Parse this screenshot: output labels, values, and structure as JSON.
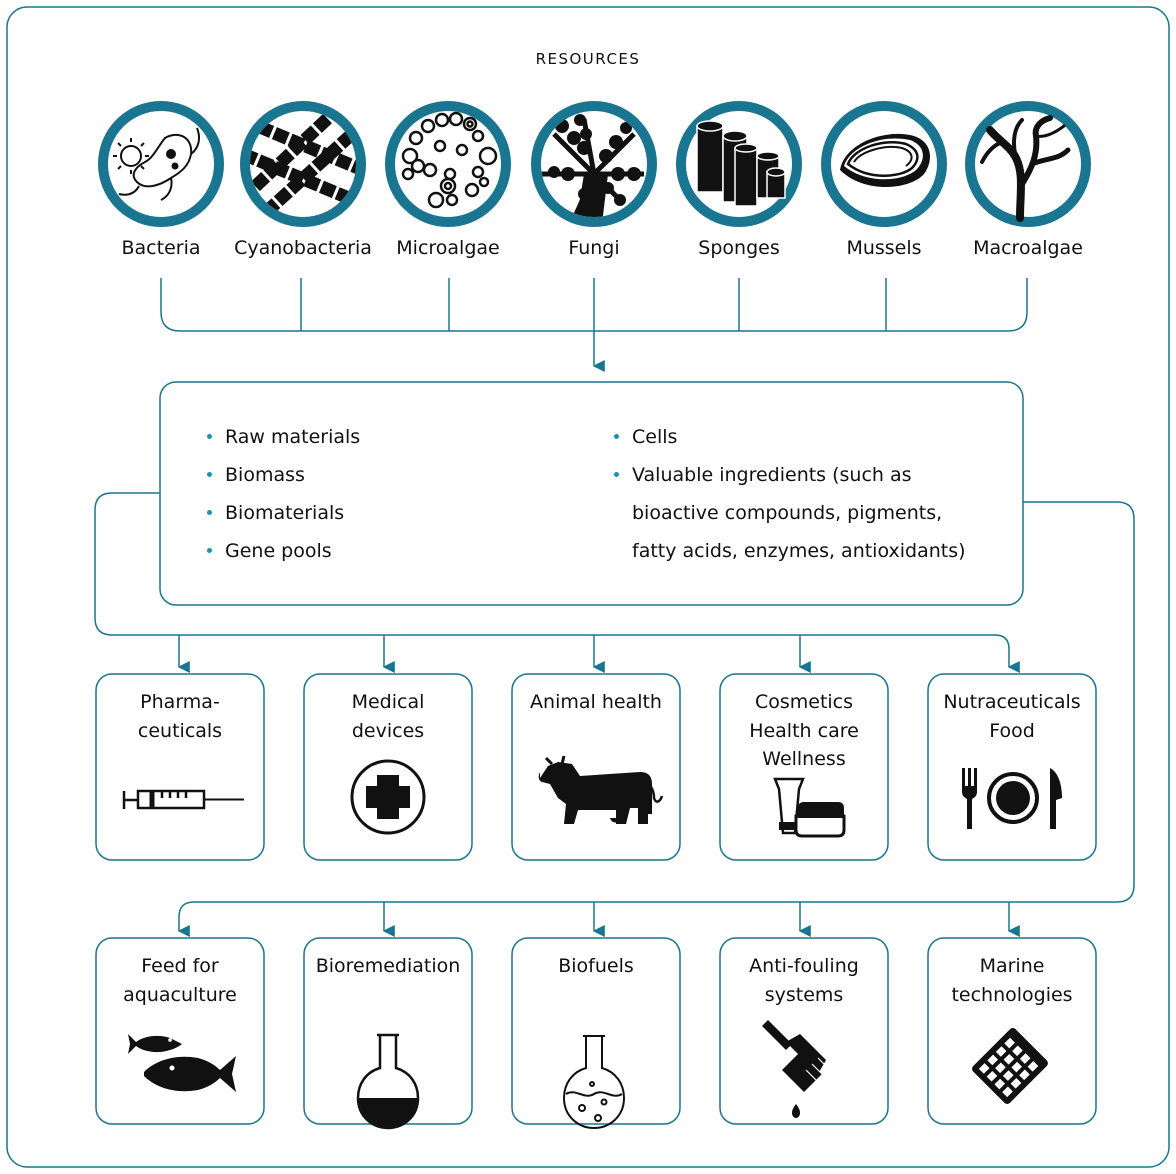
{
  "heading": "RESOURCES",
  "resources": [
    "Bacteria",
    "Cyanobacteria",
    "Microalgae",
    "Fungi",
    "Sponges",
    "Mussels",
    "Macroalgae"
  ],
  "bullets_left": [
    "Raw materials",
    "Biomass",
    "Biomaterials",
    "Gene pools"
  ],
  "bullets_right": {
    "cells": "Cells",
    "valuable_1": "Valuable ingredients (such as",
    "valuable_2": "bioactive compounds, pigments,",
    "valuable_3": "fatty acids, enzymes, antioxidants)"
  },
  "row1": [
    {
      "line1": "Pharma-",
      "line2": "ceuticals",
      "line3": "",
      "icon": "syringe-icon"
    },
    {
      "line1": "Medical",
      "line2": "devices",
      "line3": "",
      "icon": "medical-cross-icon"
    },
    {
      "line1": "Animal health",
      "line2": "",
      "line3": "",
      "icon": "cow-icon"
    },
    {
      "line1": "Cosmetics",
      "line2": "Health care",
      "line3": "Wellness",
      "icon": "cosmetics-icon"
    },
    {
      "line1": "Nutraceuticals",
      "line2": "Food",
      "line3": "",
      "icon": "cutlery-plate-icon"
    }
  ],
  "row2": [
    {
      "line1": "Feed for",
      "line2": "aquaculture",
      "icon": "fish-icon"
    },
    {
      "line1": "Bioremediation",
      "line2": "",
      "icon": "flask-icon"
    },
    {
      "line1": "Biofuels",
      "line2": "",
      "icon": "bubbling-flask-icon"
    },
    {
      "line1": "Anti-fouling",
      "line2": "systems",
      "icon": "paintbrush-icon"
    },
    {
      "line1": "Marine",
      "line2": "technologies",
      "icon": "calculator-icon"
    }
  ],
  "colors": {
    "accent": "#1a7590",
    "bullet": "#1a93b7",
    "ink": "#111111"
  }
}
